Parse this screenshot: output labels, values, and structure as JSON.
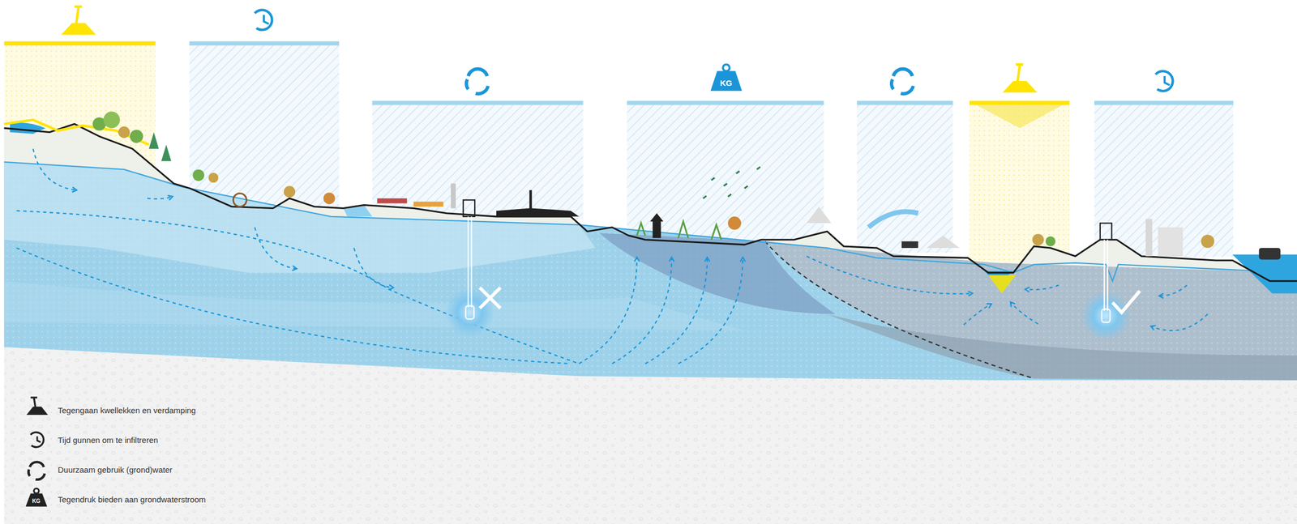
{
  "diagram": {
    "labels": [
      "KG",
      "KG"
    ],
    "legend": [
      {
        "text": "Tegengaan kwellekken en verdamping"
      },
      {
        "text": "Tijd gunnen om te infiltreren"
      },
      {
        "text": "Duurzaam gebruik (grond)water"
      },
      {
        "text": "Tegendruk bieden aan grondwaterstroom"
      }
    ]
  }
}
